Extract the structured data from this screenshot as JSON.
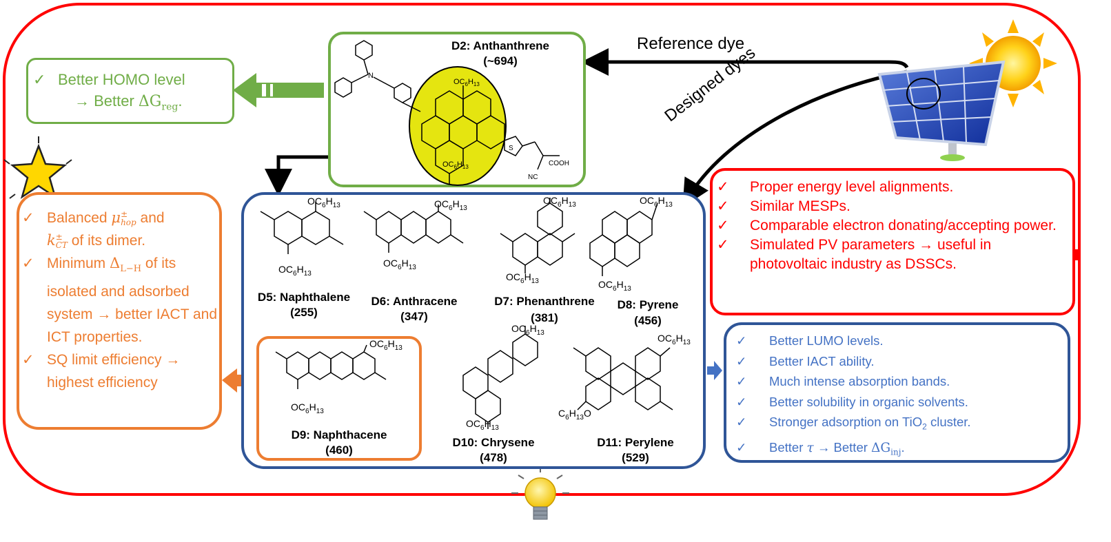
{
  "colors": {
    "frame_red": "#ff0000",
    "green": "#70ad47",
    "orange": "#ed7d31",
    "blue_border": "#2f5597",
    "blue_text": "#4472c4",
    "highlight_yellow": "#e5e510",
    "star_yellow": "#ffd700",
    "panel_blue": "#2a4fb8"
  },
  "arrows": {
    "reference_label": "Reference dye",
    "designed_label": "Designed dyes"
  },
  "icons": {
    "sun": "sun-icon",
    "solar_panel": "solar-panel-icon",
    "star": "star-icon",
    "lightbulb": "lightbulb-icon",
    "check": "✓"
  },
  "reference": {
    "name": "D2: Anthanthrene",
    "value": "(~694)",
    "sub1": "OC",
    "sub1_a": "6",
    "sub1_b": "H",
    "sub1_c": "13",
    "atom_n": "N",
    "atom_s": "S",
    "group_cooh": "COOH",
    "group_nc": "NC"
  },
  "green_panel": {
    "line1": "Better HOMO  level",
    "line2_prefix": "→ Better ",
    "line2_math": "ΔG",
    "line2_sub": "reg",
    "line2_suffix": "."
  },
  "orange_panel": {
    "item1_a": "Balanced ",
    "item1_mu": "μ",
    "item1_mu_sup": "±",
    "item1_mu_sub": "hop",
    "item1_b": " and",
    "item1_k": "k",
    "item1_k_sup": "±",
    "item1_k_sub": "CT",
    "item1_c": " of its dimer.",
    "item2_a": "Minimum ",
    "item2_delta": "Δ",
    "item2_delta_sub": "L−H",
    "item2_b": " of its isolated and adsorbed system → better IACT and ICT properties.",
    "item3": "SQ limit efficiency → highest efficiency"
  },
  "red_panel": {
    "items": [
      "Proper energy level alignments.",
      "Similar MESPs.",
      "Comparable  electron donating/accepting  power.",
      "Simulated PV parameters → useful in photovoltaic industry as DSSCs."
    ]
  },
  "blue_panel": {
    "item1": "Better LUMO levels.",
    "item2": "Better IACT ability.",
    "item3": "Much intense absorption bands.",
    "item4": "Better solubility in organic solvents.",
    "item5_a": "Stronger adsorption on TiO",
    "item5_sub": "2",
    "item5_b": " cluster.",
    "item6_a": "Better ",
    "item6_tau": "τ",
    "item6_b": " → Better ",
    "item6_dg": "ΔG",
    "item6_sub": "inj",
    "item6_c": "."
  },
  "dyes": [
    {
      "name": "D5: Naphthalene",
      "value": "(255)"
    },
    {
      "name": "D6: Anthracene",
      "value": "(347)"
    },
    {
      "name": "D7: Phenanthrene",
      "value": "(381)"
    },
    {
      "name": "D8: Pyrene",
      "value": "(456)"
    },
    {
      "name": "D9: Naphthacene",
      "value": "(460)"
    },
    {
      "name": "D10: Chrysene",
      "value": "(478)"
    },
    {
      "name": "D11: Perylene",
      "value": "(529)"
    }
  ],
  "substituent": {
    "base": "OC",
    "sub_a": "6",
    "h": "H",
    "sub_b": "13",
    "prefix_form": "C",
    "prefix_sub_a": "6",
    "prefix_h": "H",
    "prefix_sub_b": "13",
    "prefix_o": "O"
  }
}
